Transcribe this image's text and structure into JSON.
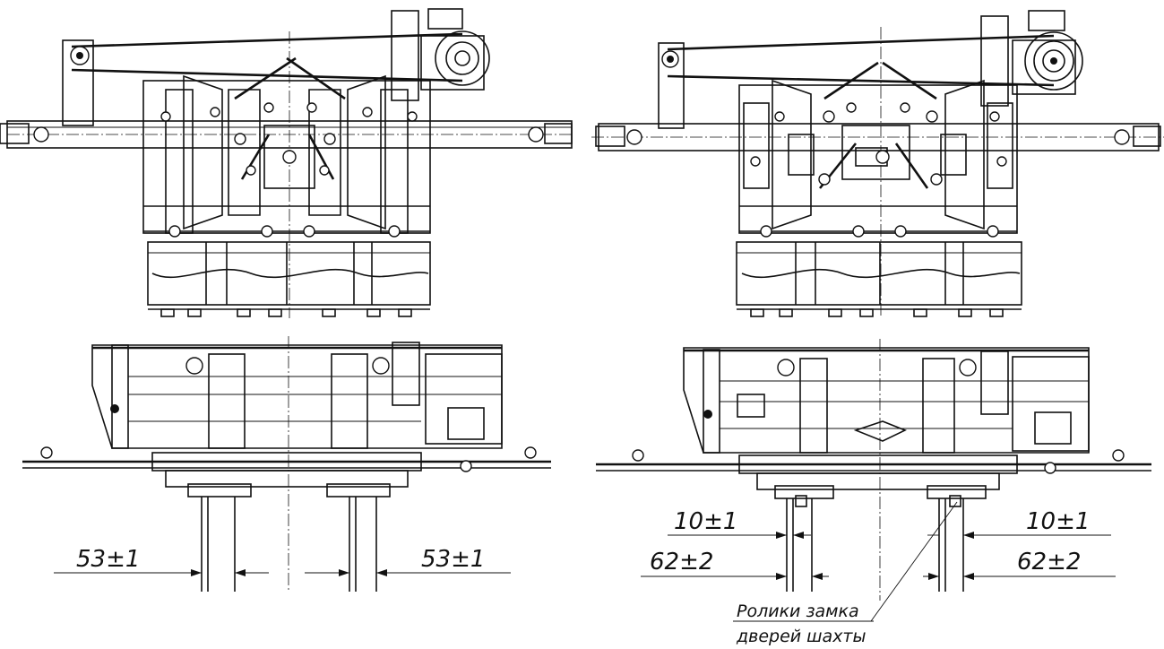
{
  "left_mechanism": {
    "dim_left": "53±1",
    "dim_right": "53±1"
  },
  "right_mechanism": {
    "dim_left_top": "10±1",
    "dim_left_bottom": "62±2",
    "dim_right_top": "10±1",
    "dim_right_bottom": "62±2",
    "callout_line1": "Ролики замка",
    "callout_line2": "дверей шахты"
  }
}
